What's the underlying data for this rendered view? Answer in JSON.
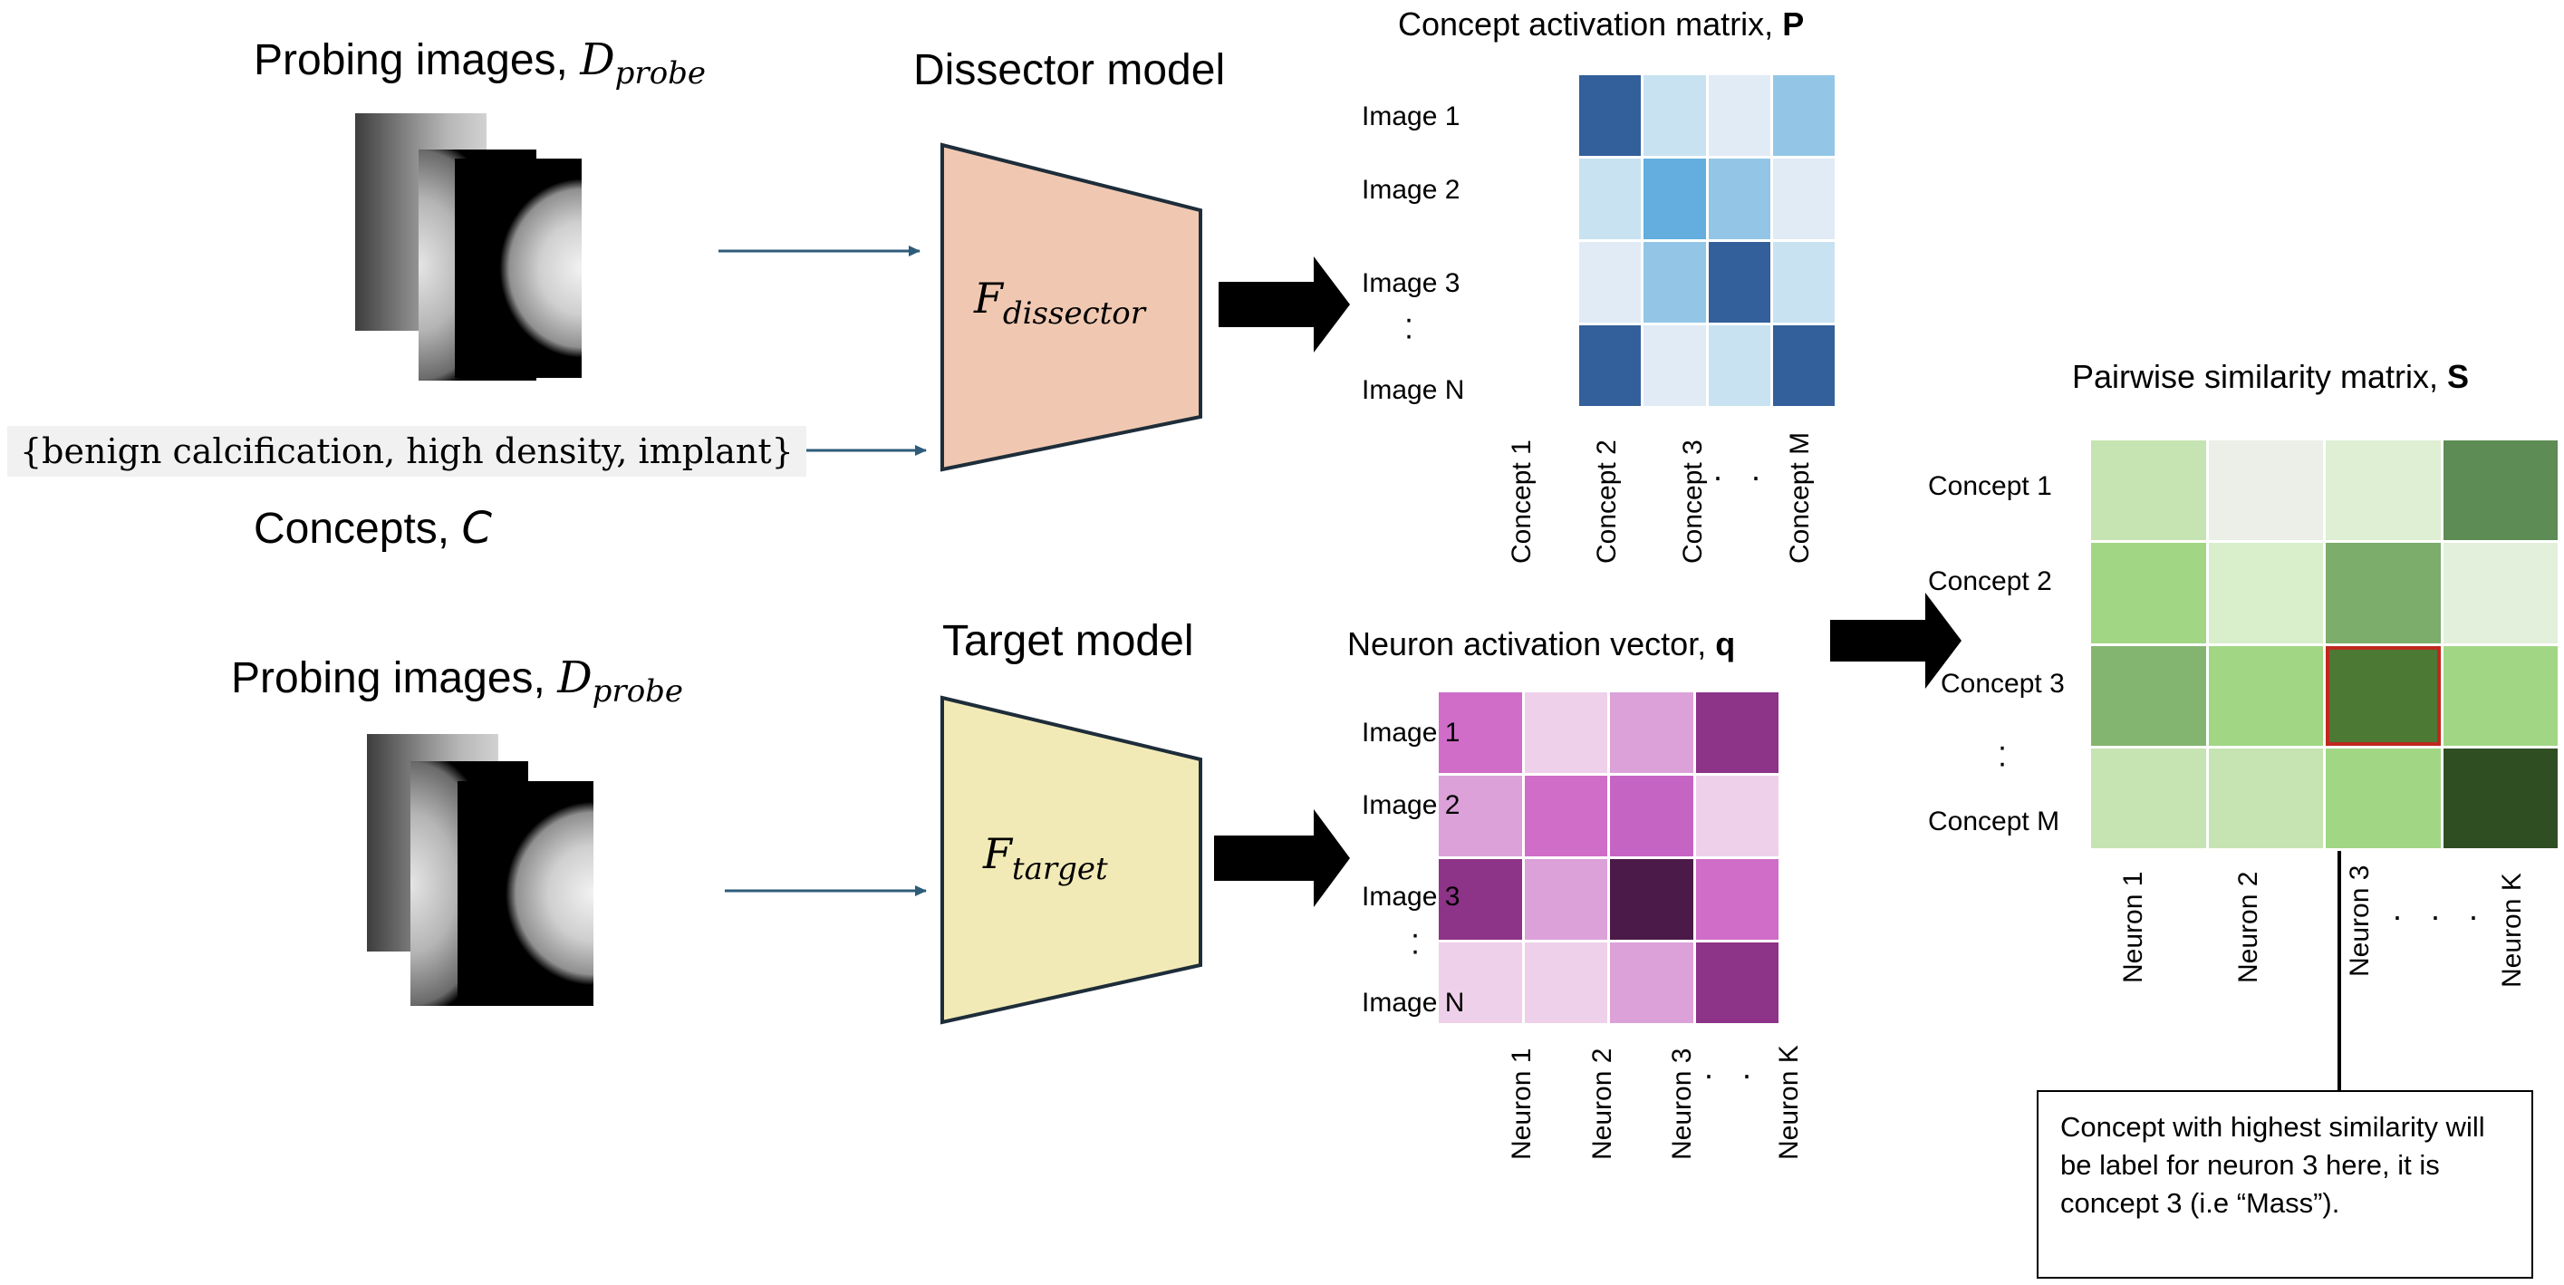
{
  "probe_title_top": {
    "text": "Probing images, ",
    "symbol": "D",
    "sub": "probe"
  },
  "probe_title_bottom": {
    "text": "Probing images, ",
    "symbol": "D",
    "sub": "probe"
  },
  "dissector_title": "Dissector model",
  "target_title": "Target model",
  "dissector_fn": {
    "symbol": "F",
    "sub": "dissector"
  },
  "target_fn": {
    "symbol": "F",
    "sub": "target"
  },
  "concepts_set": "{benign calcification, high density, implant}",
  "concepts_label": {
    "text": "Concepts, ",
    "symbol": "C"
  },
  "matrix_p": {
    "title": "Concept activation matrix, ",
    "symbol": "P",
    "rows": [
      "Image 1",
      "Image 2",
      "Image 3",
      "Image N"
    ],
    "cols": [
      "Concept 1",
      "Concept 2",
      "Concept 3",
      "Concept M"
    ],
    "cells": [
      [
        "#33609a",
        "#c8e2f1",
        "#e0ebf6",
        "#93c6e6"
      ],
      [
        "#c8e2f1",
        "#63aedf",
        "#93c6e6",
        "#e0ebf6"
      ],
      [
        "#e0ebf6",
        "#93c6e6",
        "#33609a",
        "#c8e2f1"
      ],
      [
        "#33609a",
        "#e0ebf6",
        "#c8e2f1",
        "#33609a"
      ]
    ]
  },
  "matrix_q": {
    "title": "Neuron activation vector, ",
    "symbol": "q",
    "rows": [
      "Image 1",
      "Image 2",
      "Image 3",
      "Image N"
    ],
    "cols": [
      "Neuron 1",
      "Neuron 2",
      "Neuron 3",
      "Neuron K"
    ],
    "cells": [
      [
        "#cf6dc9",
        "#eed0ea",
        "#dca1d9",
        "#8d3388"
      ],
      [
        "#dca1d9",
        "#cf6dc9",
        "#c664c3",
        "#eed0ea"
      ],
      [
        "#8d3388",
        "#dca1d9",
        "#4b1a48",
        "#cf6dc9"
      ],
      [
        "#eed0ea",
        "#eed0ea",
        "#dca1d9",
        "#8d3388"
      ]
    ]
  },
  "matrix_s": {
    "title": "Pairwise similarity matrix, ",
    "symbol": "S",
    "rows": [
      "Concept 1",
      "Concept 2",
      "Concept 3",
      "Concept M"
    ],
    "cols": [
      "Neuron 1",
      "Neuron 2",
      "Neuron 3",
      "Neuron K"
    ],
    "cells": [
      [
        "#c6e3b2",
        "#ebefe8",
        "#deefd4",
        "#5d8c55"
      ],
      [
        "#a1d784",
        "#d9efcc",
        "#7cad6b",
        "#e3f0dc"
      ],
      [
        "#84b570",
        "#a1d784",
        "#4c7a35",
        "#a1d784"
      ],
      [
        "#c6e3b2",
        "#c6e3b2",
        "#a1d784",
        "#2f4f23"
      ]
    ],
    "highlight": {
      "row": 2,
      "col": 2,
      "color": "#c0281e"
    }
  },
  "note": "Concept with highest similarity will be label for neuron 3 here, it is concept 3 (i.e “Mass”).",
  "colors": {
    "dissector_fill": "#f0c8b1",
    "target_fill": "#f2eab6",
    "shape_stroke": "#1e2d3a",
    "thin_arrow": "#2e5b7a"
  }
}
